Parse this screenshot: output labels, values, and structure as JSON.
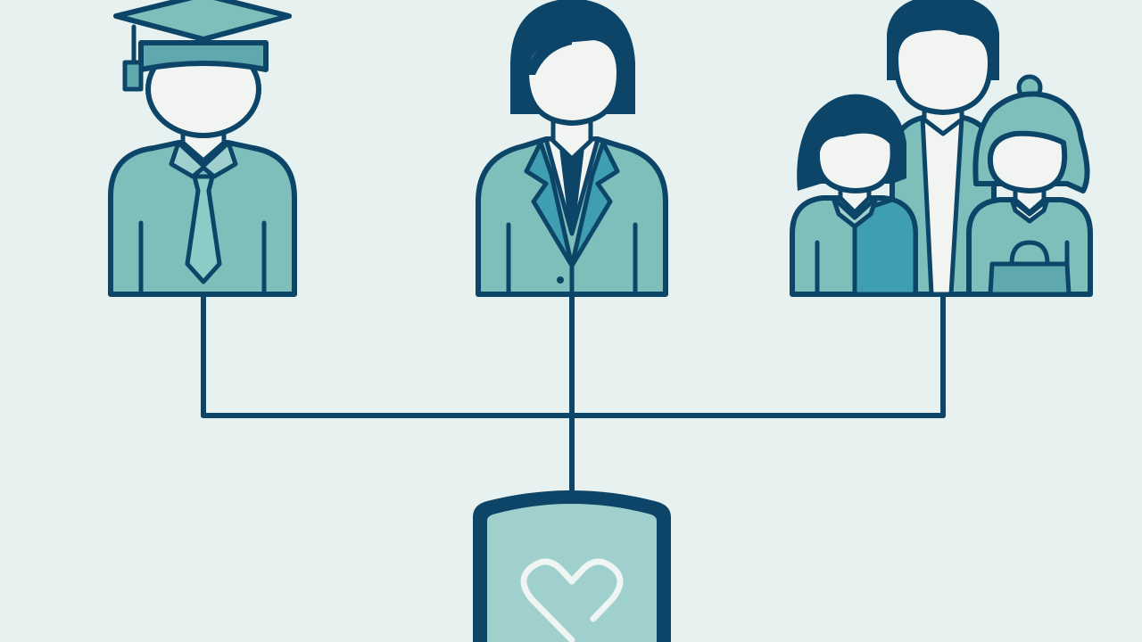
{
  "colors": {
    "background": "#e6f1f0",
    "outline": "#0c4567",
    "body_teal": "#7ebfbc",
    "body_teal_dark": "#3f9fb0",
    "skin": "#f2f4f2",
    "hair": "#0c4567",
    "shield_fill": "#9fd0cd",
    "heart": "#eef5f3"
  },
  "figures": [
    {
      "role": "graduate",
      "icon": "graduate-icon"
    },
    {
      "role": "professional",
      "icon": "businessperson-icon"
    },
    {
      "role": "family",
      "icon": "family-icon"
    }
  ],
  "hub": {
    "icon": "shield-heart-icon"
  }
}
